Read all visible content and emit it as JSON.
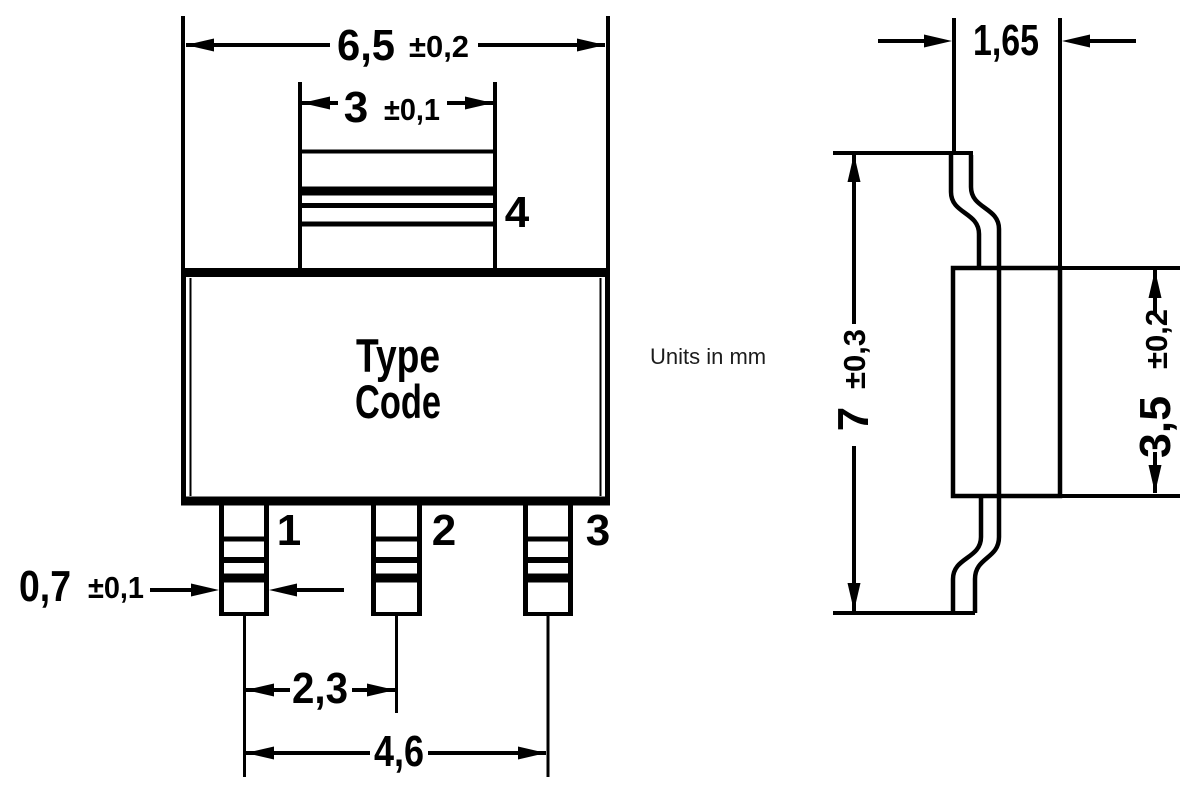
{
  "drawing": {
    "units_note": "Units in mm",
    "marking": {
      "line1": "Type",
      "line2": "Code"
    },
    "pin_labels": {
      "pin1": "1",
      "pin2": "2",
      "pin3": "3",
      "pin4": "4"
    },
    "dimensions": {
      "body_width": {
        "value": "6,5",
        "tolerance": "±0,2"
      },
      "tab_width": {
        "value": "3",
        "tolerance": "±0,1"
      },
      "lead_width": {
        "value": "0,7",
        "tolerance": "±0,1"
      },
      "lead_pitch": {
        "value": "2,3"
      },
      "lead_span": {
        "value": "4,6"
      },
      "thickness": {
        "value": "1,65"
      },
      "overall_height": {
        "value": "7",
        "tolerance": "±0,3"
      },
      "body_height": {
        "value": "3,5",
        "tolerance": "±0,2"
      }
    },
    "colors": {
      "line": "#000000",
      "background": "#ffffff"
    }
  }
}
